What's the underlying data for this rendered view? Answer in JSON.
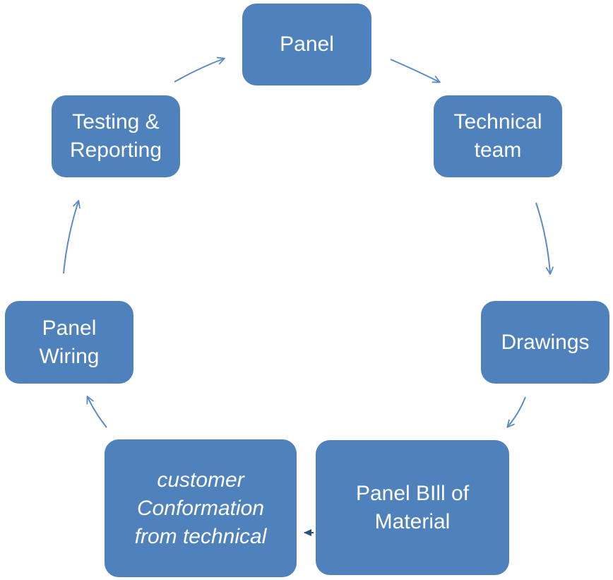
{
  "diagram": {
    "nodes": [
      {
        "id": "panel",
        "lines": [
          "Panel"
        ]
      },
      {
        "id": "technical-team",
        "lines": [
          "Technical",
          "team"
        ]
      },
      {
        "id": "drawings",
        "lines": [
          "Drawings"
        ]
      },
      {
        "id": "panel-bom",
        "lines": [
          "Panel BIll of",
          "Material"
        ]
      },
      {
        "id": "customer-conformation",
        "lines": [
          "customer",
          "Conformation",
          "from technical"
        ]
      },
      {
        "id": "panel-wiring",
        "lines": [
          "Panel",
          "Wiring"
        ]
      },
      {
        "id": "testing-reporting",
        "lines": [
          "Testing &",
          "Reporting"
        ]
      }
    ],
    "edges": [
      {
        "from": "panel",
        "to": "technical-team"
      },
      {
        "from": "technical-team",
        "to": "drawings"
      },
      {
        "from": "drawings",
        "to": "panel-bom"
      },
      {
        "from": "panel-bom",
        "to": "customer-conformation"
      },
      {
        "from": "customer-conformation",
        "to": "panel-wiring"
      },
      {
        "from": "panel-wiring",
        "to": "testing-reporting"
      },
      {
        "from": "testing-reporting",
        "to": "panel"
      }
    ],
    "colors": {
      "node_fill": "#4f81bd",
      "node_text": "#ffffff",
      "arrow": "#4f81bd"
    }
  }
}
